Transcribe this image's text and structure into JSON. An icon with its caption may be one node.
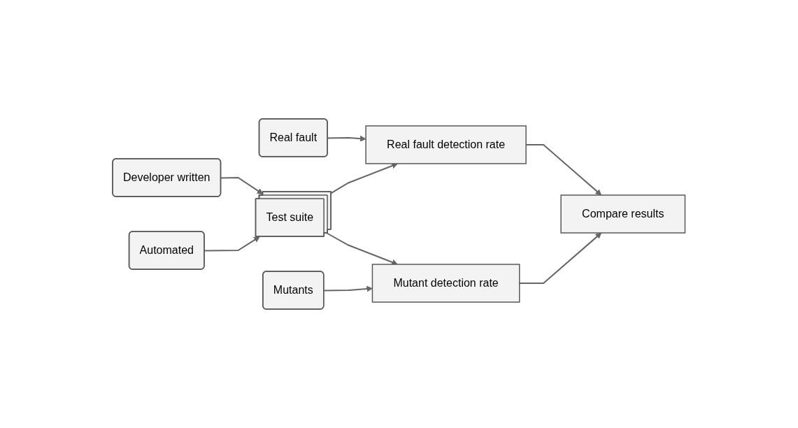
{
  "diagram": {
    "nodes": [
      {
        "text": [
          "Developer written"
        ]
      },
      {
        "text": [
          "Real fault"
        ]
      },
      {
        "text": [
          "Test suite"
        ]
      },
      {
        "text": [
          "Real fault detection rate"
        ]
      },
      {
        "text": [
          "Compare results"
        ]
      },
      {
        "text": [
          "Mutant detection rate"
        ]
      },
      {
        "text": [
          "Automated"
        ]
      },
      {
        "text": [
          "Mutants"
        ]
      }
    ],
    "edges": [
      {
        "from": 0,
        "to": 2,
        "arrow": "to"
      },
      {
        "from": 6,
        "to": 2,
        "arrow": "to"
      },
      {
        "from": 1,
        "to": 3,
        "arrow": "to"
      },
      {
        "from": 7,
        "to": 5,
        "arrow": "to"
      },
      {
        "from": 2,
        "to": 3,
        "arrow": "to"
      },
      {
        "from": 2,
        "to": 5,
        "arrow": "to"
      },
      {
        "from": 3,
        "to": 4,
        "arrow": "to"
      },
      {
        "from": 5,
        "to": 4,
        "arrow": "to"
      }
    ]
  }
}
